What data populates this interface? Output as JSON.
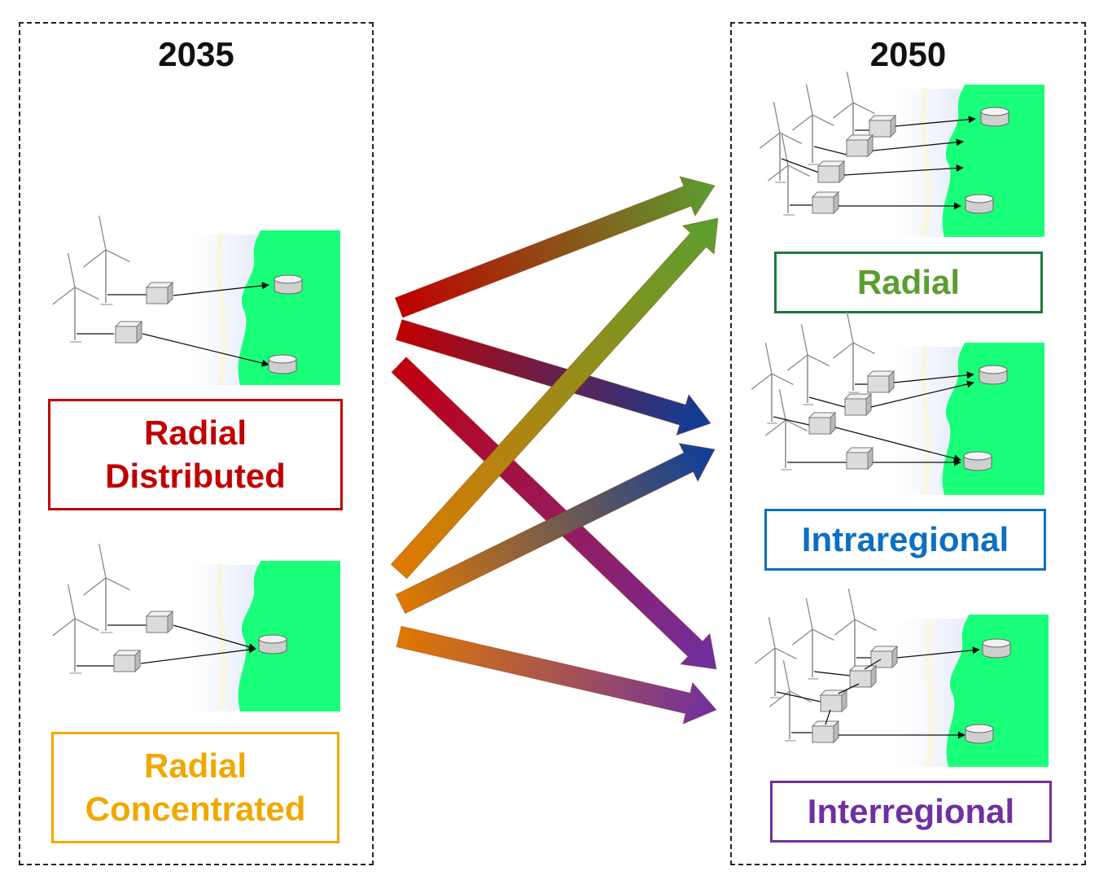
{
  "left_panel": {
    "year": "2035",
    "scenarios": [
      {
        "line1": "Radial",
        "line2": "Distributed",
        "color": "#c00000"
      },
      {
        "line1": "Radial",
        "line2": "Concentrated",
        "color": "#f0a800"
      }
    ]
  },
  "right_panel": {
    "year": "2050",
    "scenarios": [
      {
        "label": "Radial",
        "color": "#5a9e2f",
        "border": "#1f7a3a"
      },
      {
        "label": "Intraregional",
        "color": "#0c6fc0",
        "border": "#0c6fc0"
      },
      {
        "label": "Interregional",
        "color": "#7030a0",
        "border": "#7030a0"
      }
    ]
  },
  "colors": {
    "land": "#1aff7a",
    "distributed": "#c00000",
    "concentrated": "#e07800",
    "radial": "#5a9e2f",
    "intraregional": "#0c3f9a",
    "interregional": "#7030a0"
  }
}
